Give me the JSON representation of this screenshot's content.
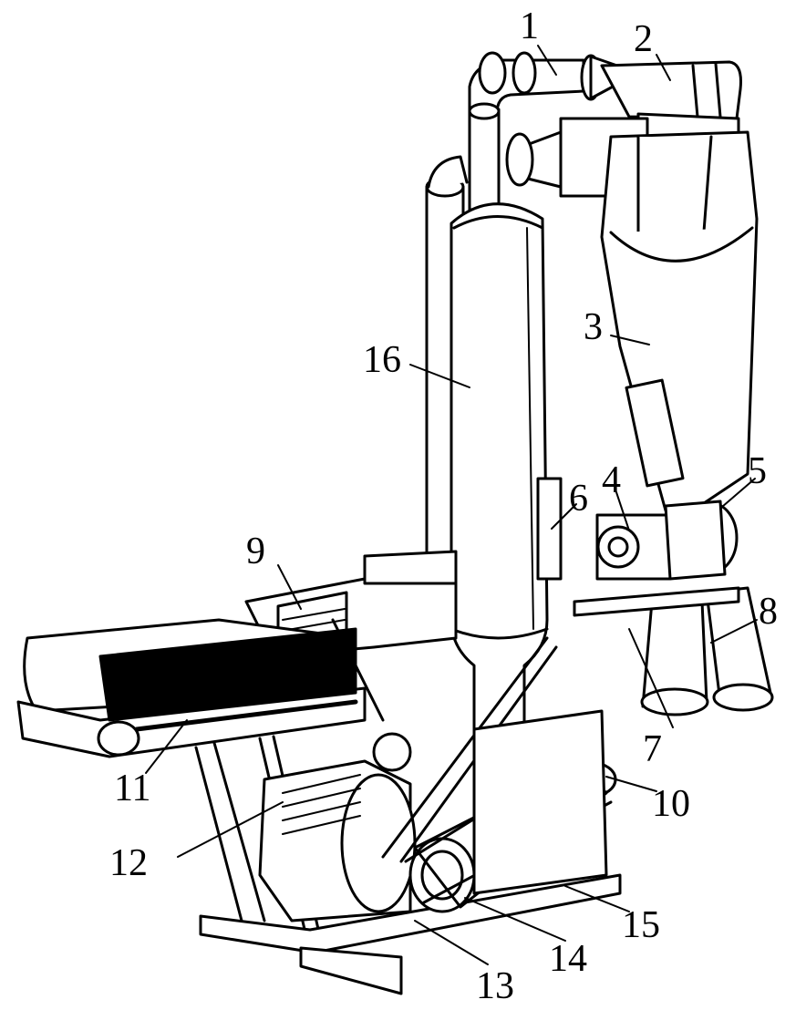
{
  "figure": {
    "labels": [
      "1",
      "2",
      "3",
      "4",
      "5",
      "6",
      "7",
      "8",
      "9",
      "10",
      "11",
      "12",
      "13",
      "14",
      "15",
      "16"
    ]
  },
  "colors": {
    "ink": "#000000",
    "paper": "#ffffff"
  }
}
